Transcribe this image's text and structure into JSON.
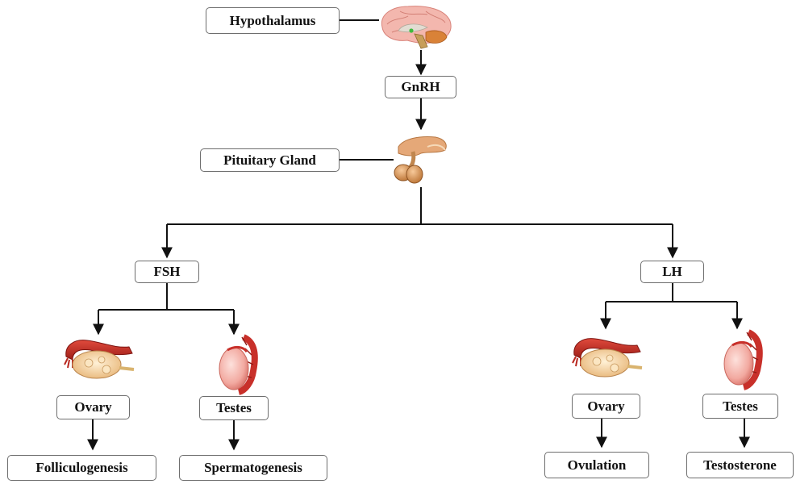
{
  "nodes": {
    "hypothalamus": "Hypothalamus",
    "gnrh": "GnRH",
    "pituitary": "Pituitary Gland",
    "fsh": "FSH",
    "lh": "LH",
    "ovary_fsh": "Ovary",
    "testes_fsh": "Testes",
    "folliculogenesis": "Folliculogenesis",
    "spermatogenesis": "Spermatogenesis",
    "ovary_lh": "Ovary",
    "testes_lh": "Testes",
    "ovulation": "Ovulation",
    "testosterone": "Testosterone"
  },
  "icons": [
    "brain-icon",
    "pituitary-gland-icon",
    "ovary-icon",
    "testis-icon"
  ],
  "colors": {
    "connector": "#111111",
    "box_border": "#6e6e6e",
    "tissue_red": "#c8302a",
    "tissue_pink": "#f2a9a0",
    "tissue_tan": "#d9a06a"
  }
}
